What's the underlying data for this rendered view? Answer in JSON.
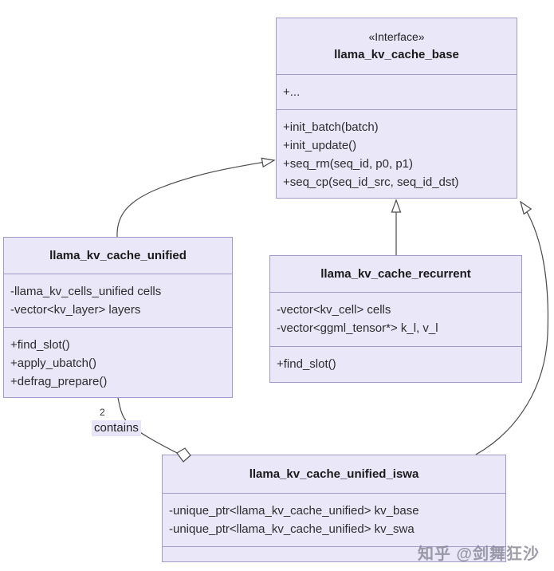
{
  "diagram_title": "llama kv cache class diagram",
  "colors": {
    "box_fill": "#e9e7f8",
    "box_border": "#a29aca",
    "connector_line": "#4a4a4a",
    "label_highlight": "#e7e5f7",
    "watermark_gray": "#82828e"
  },
  "classes": {
    "base": {
      "stereotype": "«Interface»",
      "name": "llama_kv_cache_base",
      "attributes": [
        "+..."
      ],
      "methods": [
        "+init_batch(batch)",
        "+init_update()",
        "+seq_rm(seq_id, p0, p1)",
        "+seq_cp(seq_id_src, seq_id_dst)"
      ]
    },
    "unified": {
      "name": "llama_kv_cache_unified",
      "attributes": [
        "-llama_kv_cells_unified cells",
        "-vector<kv_layer> layers"
      ],
      "methods": [
        "+find_slot()",
        "+apply_ubatch()",
        "+defrag_prepare()"
      ]
    },
    "recurrent": {
      "name": "llama_kv_cache_recurrent",
      "attributes": [
        "-vector<kv_cell> cells",
        "-vector<ggml_tensor*> k_l, v_l"
      ],
      "methods": [
        "+find_slot()"
      ]
    },
    "iswa": {
      "name": "llama_kv_cache_unified_iswa",
      "attributes": [
        "-unique_ptr<llama_kv_cache_unified> kv_base",
        "-unique_ptr<llama_kv_cache_unified> kv_swa"
      ],
      "methods": []
    }
  },
  "edges": {
    "contains": {
      "label": "contains",
      "multiplicity": "2"
    }
  },
  "watermark": {
    "text": "知乎 @剑舞狂沙"
  }
}
